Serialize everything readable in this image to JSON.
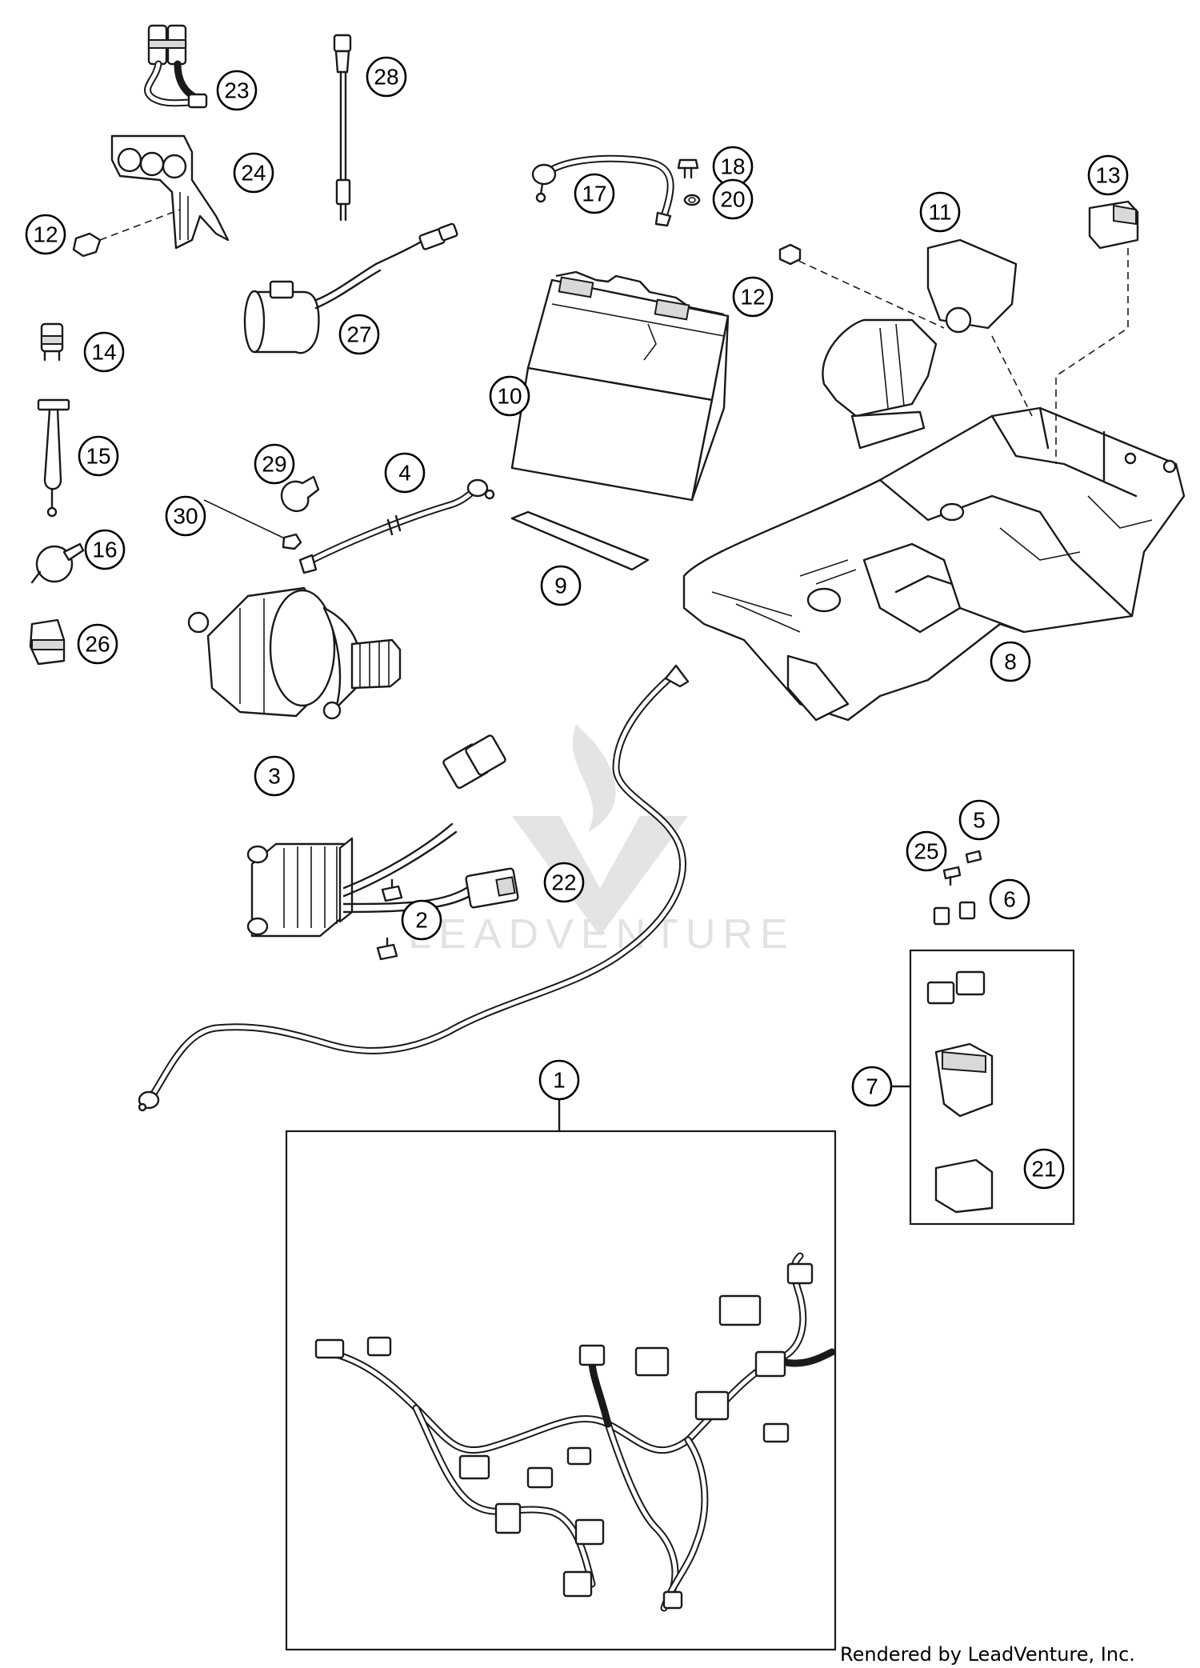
{
  "callouts": {
    "c1": "1",
    "c2": "2",
    "c3": "3",
    "c4": "4",
    "c5": "5",
    "c6": "6",
    "c7": "7",
    "c8": "8",
    "c9": "9",
    "c10": "10",
    "c11": "11",
    "c12a": "12",
    "c12b": "12",
    "c13": "13",
    "c14": "14",
    "c15": "15",
    "c16": "16",
    "c17": "17",
    "c18": "18",
    "c20": "20",
    "c21": "21",
    "c22": "22",
    "c23": "23",
    "c24": "24",
    "c25": "25",
    "c26": "26",
    "c27": "27",
    "c28": "28",
    "c29": "29",
    "c30": "30"
  },
  "watermark": {
    "text": "LEADVENTURE"
  },
  "footer": {
    "credit": "Rendered by LeadVenture, Inc."
  }
}
